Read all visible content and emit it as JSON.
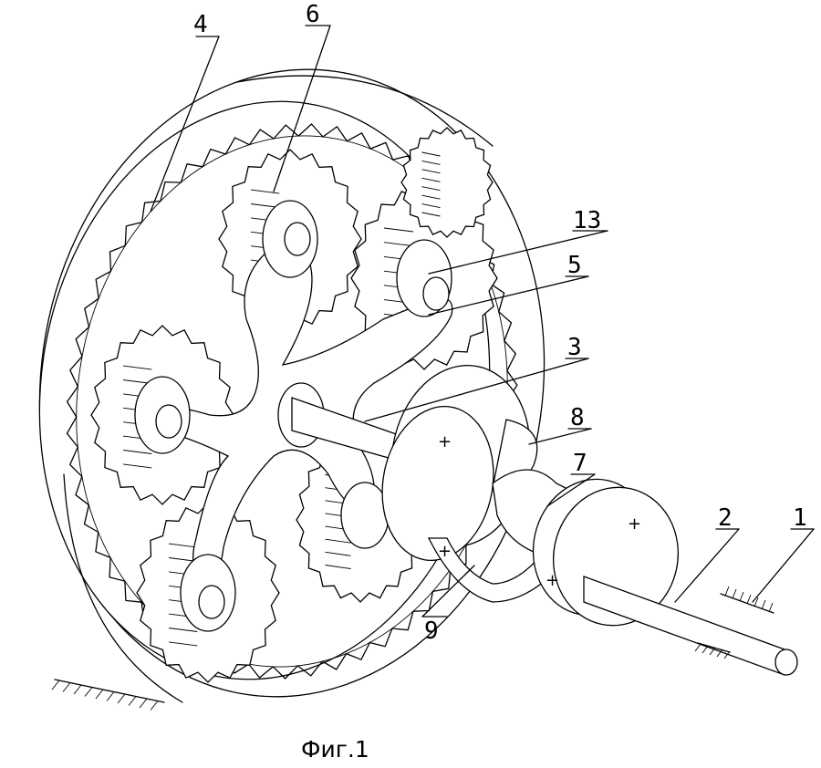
{
  "figure": {
    "caption": "Фиг.1",
    "callouts": [
      "4",
      "6",
      "13",
      "5",
      "3",
      "8",
      "7",
      "2",
      "1",
      "9"
    ]
  }
}
